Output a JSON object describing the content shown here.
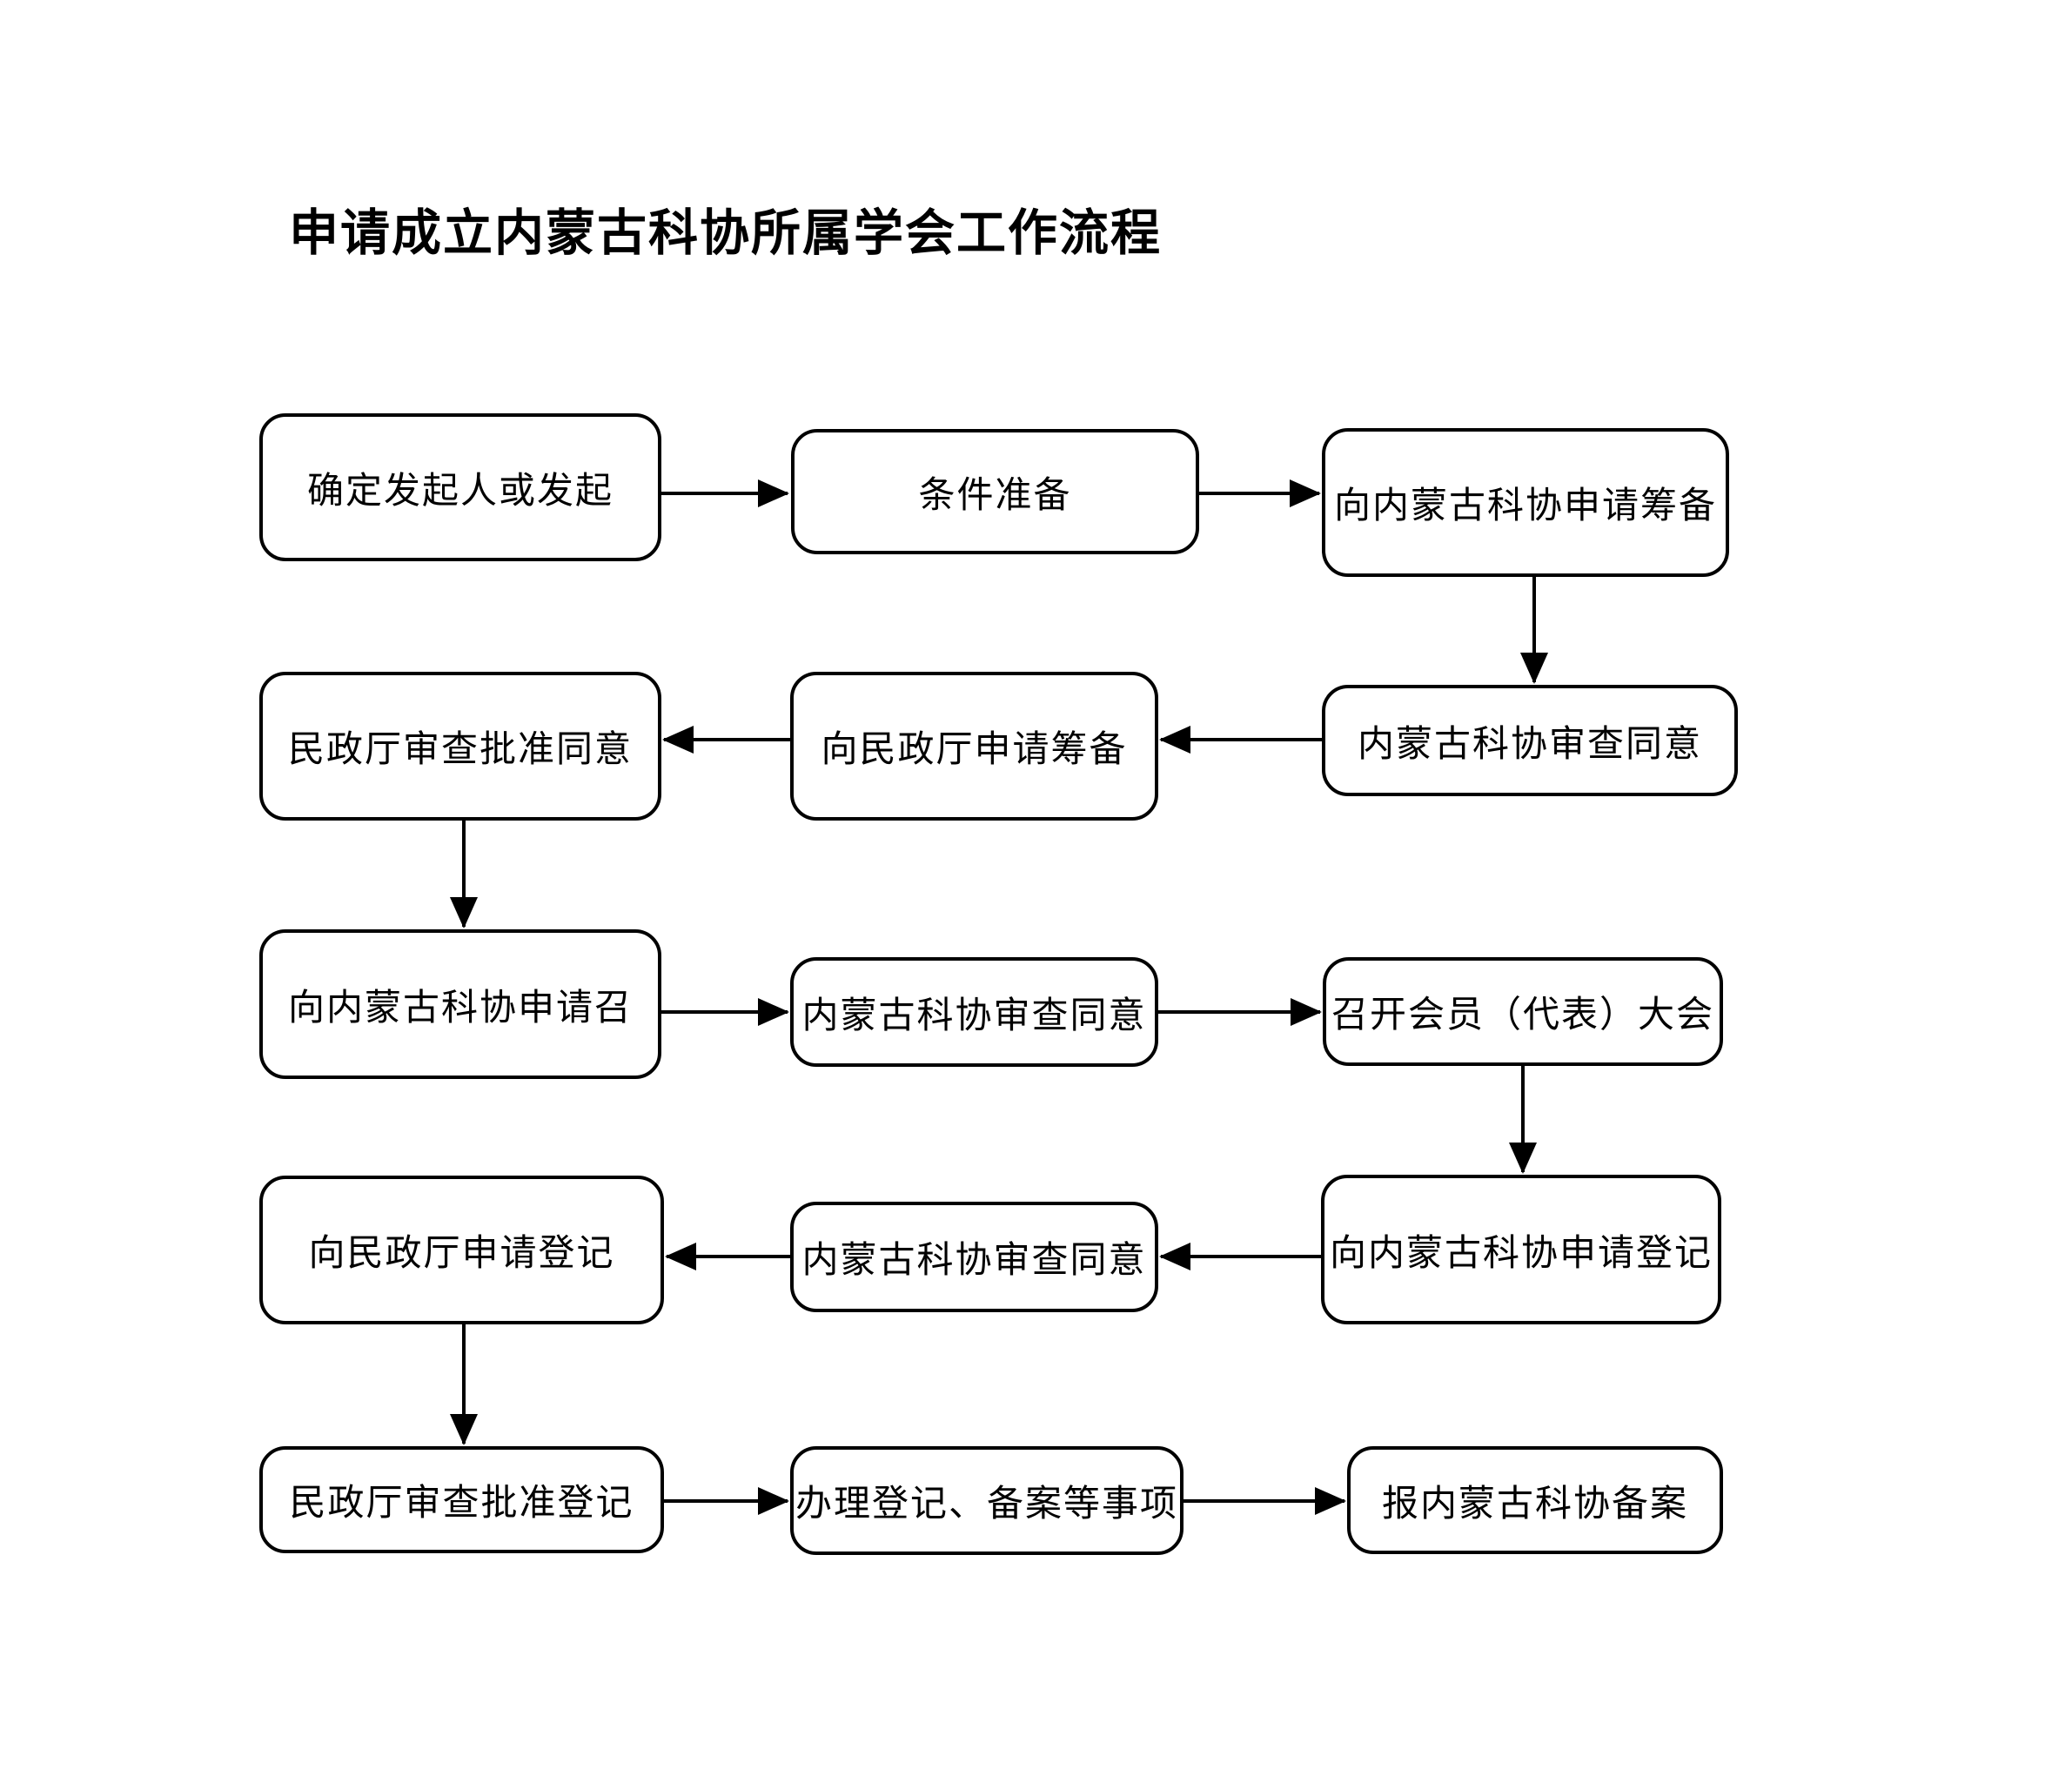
{
  "page": {
    "title": "申请成立内蒙古科协所属学会工作流程"
  },
  "flowchart": {
    "nodes": [
      {
        "id": "determine-initiators",
        "label": "确定发起人或发起"
      },
      {
        "id": "prepare-conditions",
        "label": "条件准备"
      },
      {
        "id": "apply-preparation-to-imast",
        "label": "向内蒙古科协申请筹备"
      },
      {
        "id": "imast-review-approve-preparation",
        "label": "内蒙古科协审查同意"
      },
      {
        "id": "apply-preparation-to-civil-affairs",
        "label": "向民政厅申请筹备"
      },
      {
        "id": "civil-affairs-approve-preparation",
        "label": "民政厅审查批准同意"
      },
      {
        "id": "apply-to-imast-to-convene",
        "label": "向内蒙古科协申请召"
      },
      {
        "id": "imast-review-approve-convene",
        "label": "内蒙古科协审查同意"
      },
      {
        "id": "convene-member-representative-congress",
        "label": "召开会员（代表）大会"
      },
      {
        "id": "apply-registration-to-imast",
        "label": "向内蒙古科协申请登记"
      },
      {
        "id": "imast-review-approve-registration",
        "label": "内蒙古科协审查同意"
      },
      {
        "id": "apply-registration-to-civil-affairs",
        "label": "向民政厅申请登记"
      },
      {
        "id": "civil-affairs-approve-registration",
        "label": "民政厅审查批准登记"
      },
      {
        "id": "handle-registration-filing-matters",
        "label": "办理登记、备案等事项"
      },
      {
        "id": "report-to-imast-for-record",
        "label": "报内蒙古科协备案"
      }
    ],
    "line_color": "#000000",
    "background_color": "#ffffff"
  }
}
